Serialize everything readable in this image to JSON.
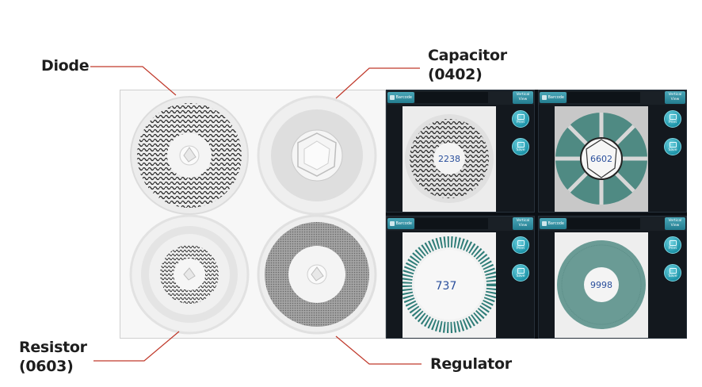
{
  "callouts": {
    "diode": "Diode",
    "capacitor_line1": "Capacitor",
    "capacitor_line2": "(0402)",
    "resistor_line1": "Resistor",
    "resistor_line2": "(0603)",
    "regulator": "Regulator"
  },
  "screens": [
    {
      "barcode_label": "Barcode",
      "view_label_line1": "Vertical",
      "view_label_line2": "View",
      "count": "2238",
      "print_label": "Print",
      "save_label": "Save"
    },
    {
      "barcode_label": "Barcode",
      "view_label_line1": "Vertical",
      "view_label_line2": "View",
      "count": "6602",
      "print_label": "Print",
      "save_label": "Save"
    },
    {
      "barcode_label": "Barcode",
      "view_label_line1": "Vertical",
      "view_label_line2": "View",
      "count": "737",
      "print_label": "Print",
      "save_label": "Save"
    },
    {
      "barcode_label": "Barcode",
      "view_label_line1": "Vertical",
      "view_label_line2": "View",
      "count": "9998",
      "print_label": "Print",
      "save_label": "Save"
    }
  ],
  "colors": {
    "leader_line": "#c0392b",
    "accent_button": "#1c93a8",
    "count_text": "#2a4f9c"
  },
  "icons": {
    "barcode": "barcode-icon",
    "print": "print-icon",
    "save": "save-icon"
  }
}
